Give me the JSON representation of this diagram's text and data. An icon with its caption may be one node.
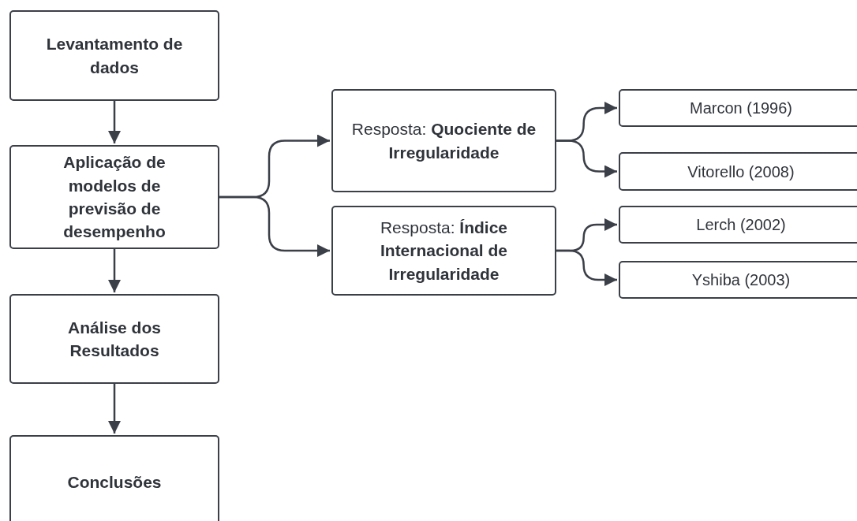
{
  "diagram": {
    "nodes": [
      {
        "text": [
          "Levantamento de dados"
        ]
      },
      {
        "text": [
          "Aplicação de modelos de previsão de desempenho"
        ]
      },
      {
        "text": [
          "Análise dos Resultados"
        ]
      },
      {
        "text": [
          "Conclusões"
        ]
      },
      {
        "text": [
          "Resposta: **Quociente de Irregularidade**"
        ]
      },
      {
        "text": [
          "Resposta: **Índice Internacional de Irregularidade**"
        ]
      },
      {
        "text": [
          "Marcon (1996)"
        ]
      },
      {
        "text": [
          "Vitorello (2008)"
        ]
      },
      {
        "text": [
          "Lerch (2002)"
        ]
      },
      {
        "text": [
          "Yshiba (2003)"
        ]
      }
    ],
    "edges": [
      {
        "from": 0,
        "to": 1,
        "arrow": "to"
      },
      {
        "from": 1,
        "to": 2,
        "arrow": "to"
      },
      {
        "from": 2,
        "to": 3,
        "arrow": "to"
      },
      {
        "from": 1,
        "to": 4,
        "arrow": "to"
      },
      {
        "from": 1,
        "to": 5,
        "arrow": "to"
      },
      {
        "from": 4,
        "to": 6,
        "arrow": "to"
      },
      {
        "from": 4,
        "to": 7,
        "arrow": "to"
      },
      {
        "from": 5,
        "to": 8,
        "arrow": "to"
      },
      {
        "from": 5,
        "to": 9,
        "arrow": "to"
      }
    ]
  }
}
